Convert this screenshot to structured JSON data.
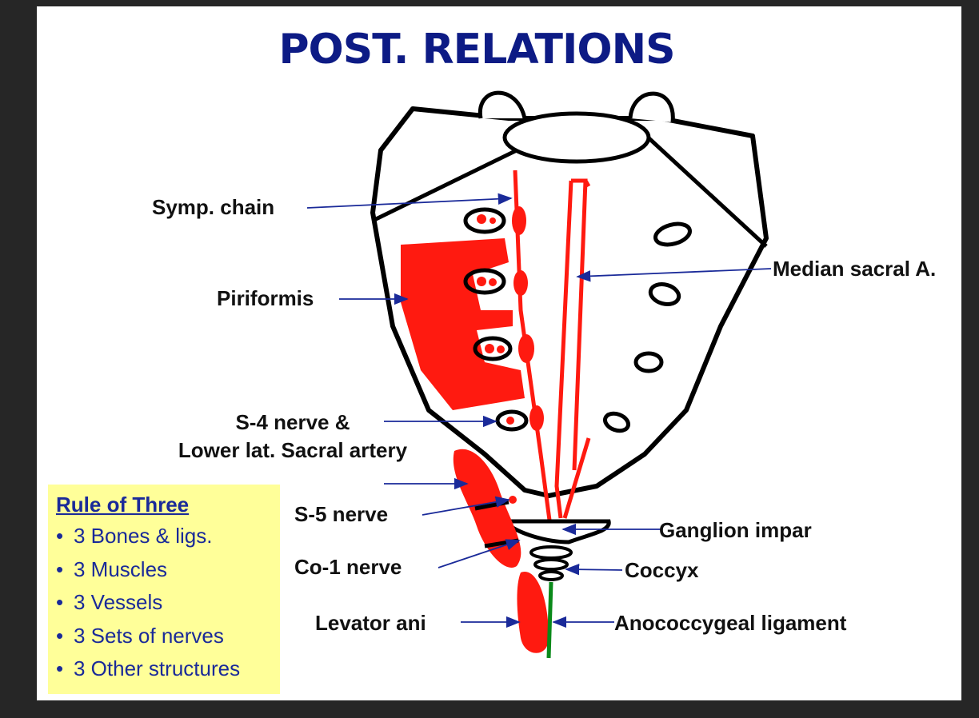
{
  "title": "POST. RELATIONS",
  "labels": {
    "symp_chain": "Symp. chain",
    "piriformis": "Piriformis",
    "s4_line1": "S-4 nerve &",
    "s4_line2": "Lower lat. Sacral artery",
    "s5_nerve": "S-5 nerve",
    "co1_nerve": "Co-1 nerve",
    "levator_ani": "Levator ani",
    "median_sacral": "Median sacral A.",
    "ganglion_impar": "Ganglion impar",
    "coccyx": "Coccyx",
    "anococcygeal": "Anococcygeal ligament"
  },
  "rule_of_three": {
    "title": "Rule of Three",
    "bullet": "•",
    "items": [
      "3 Bones & ligs.",
      "3 Muscles",
      "3 Vessels",
      "3 Sets of nerves",
      "3 Other structures"
    ]
  },
  "colors": {
    "title": "#0d1b85",
    "arrow": "#1a2a99",
    "muscle": "#ff1a10",
    "outline": "#000000",
    "ligament": "#0a8a1a",
    "box_bg": "#ffff99"
  }
}
